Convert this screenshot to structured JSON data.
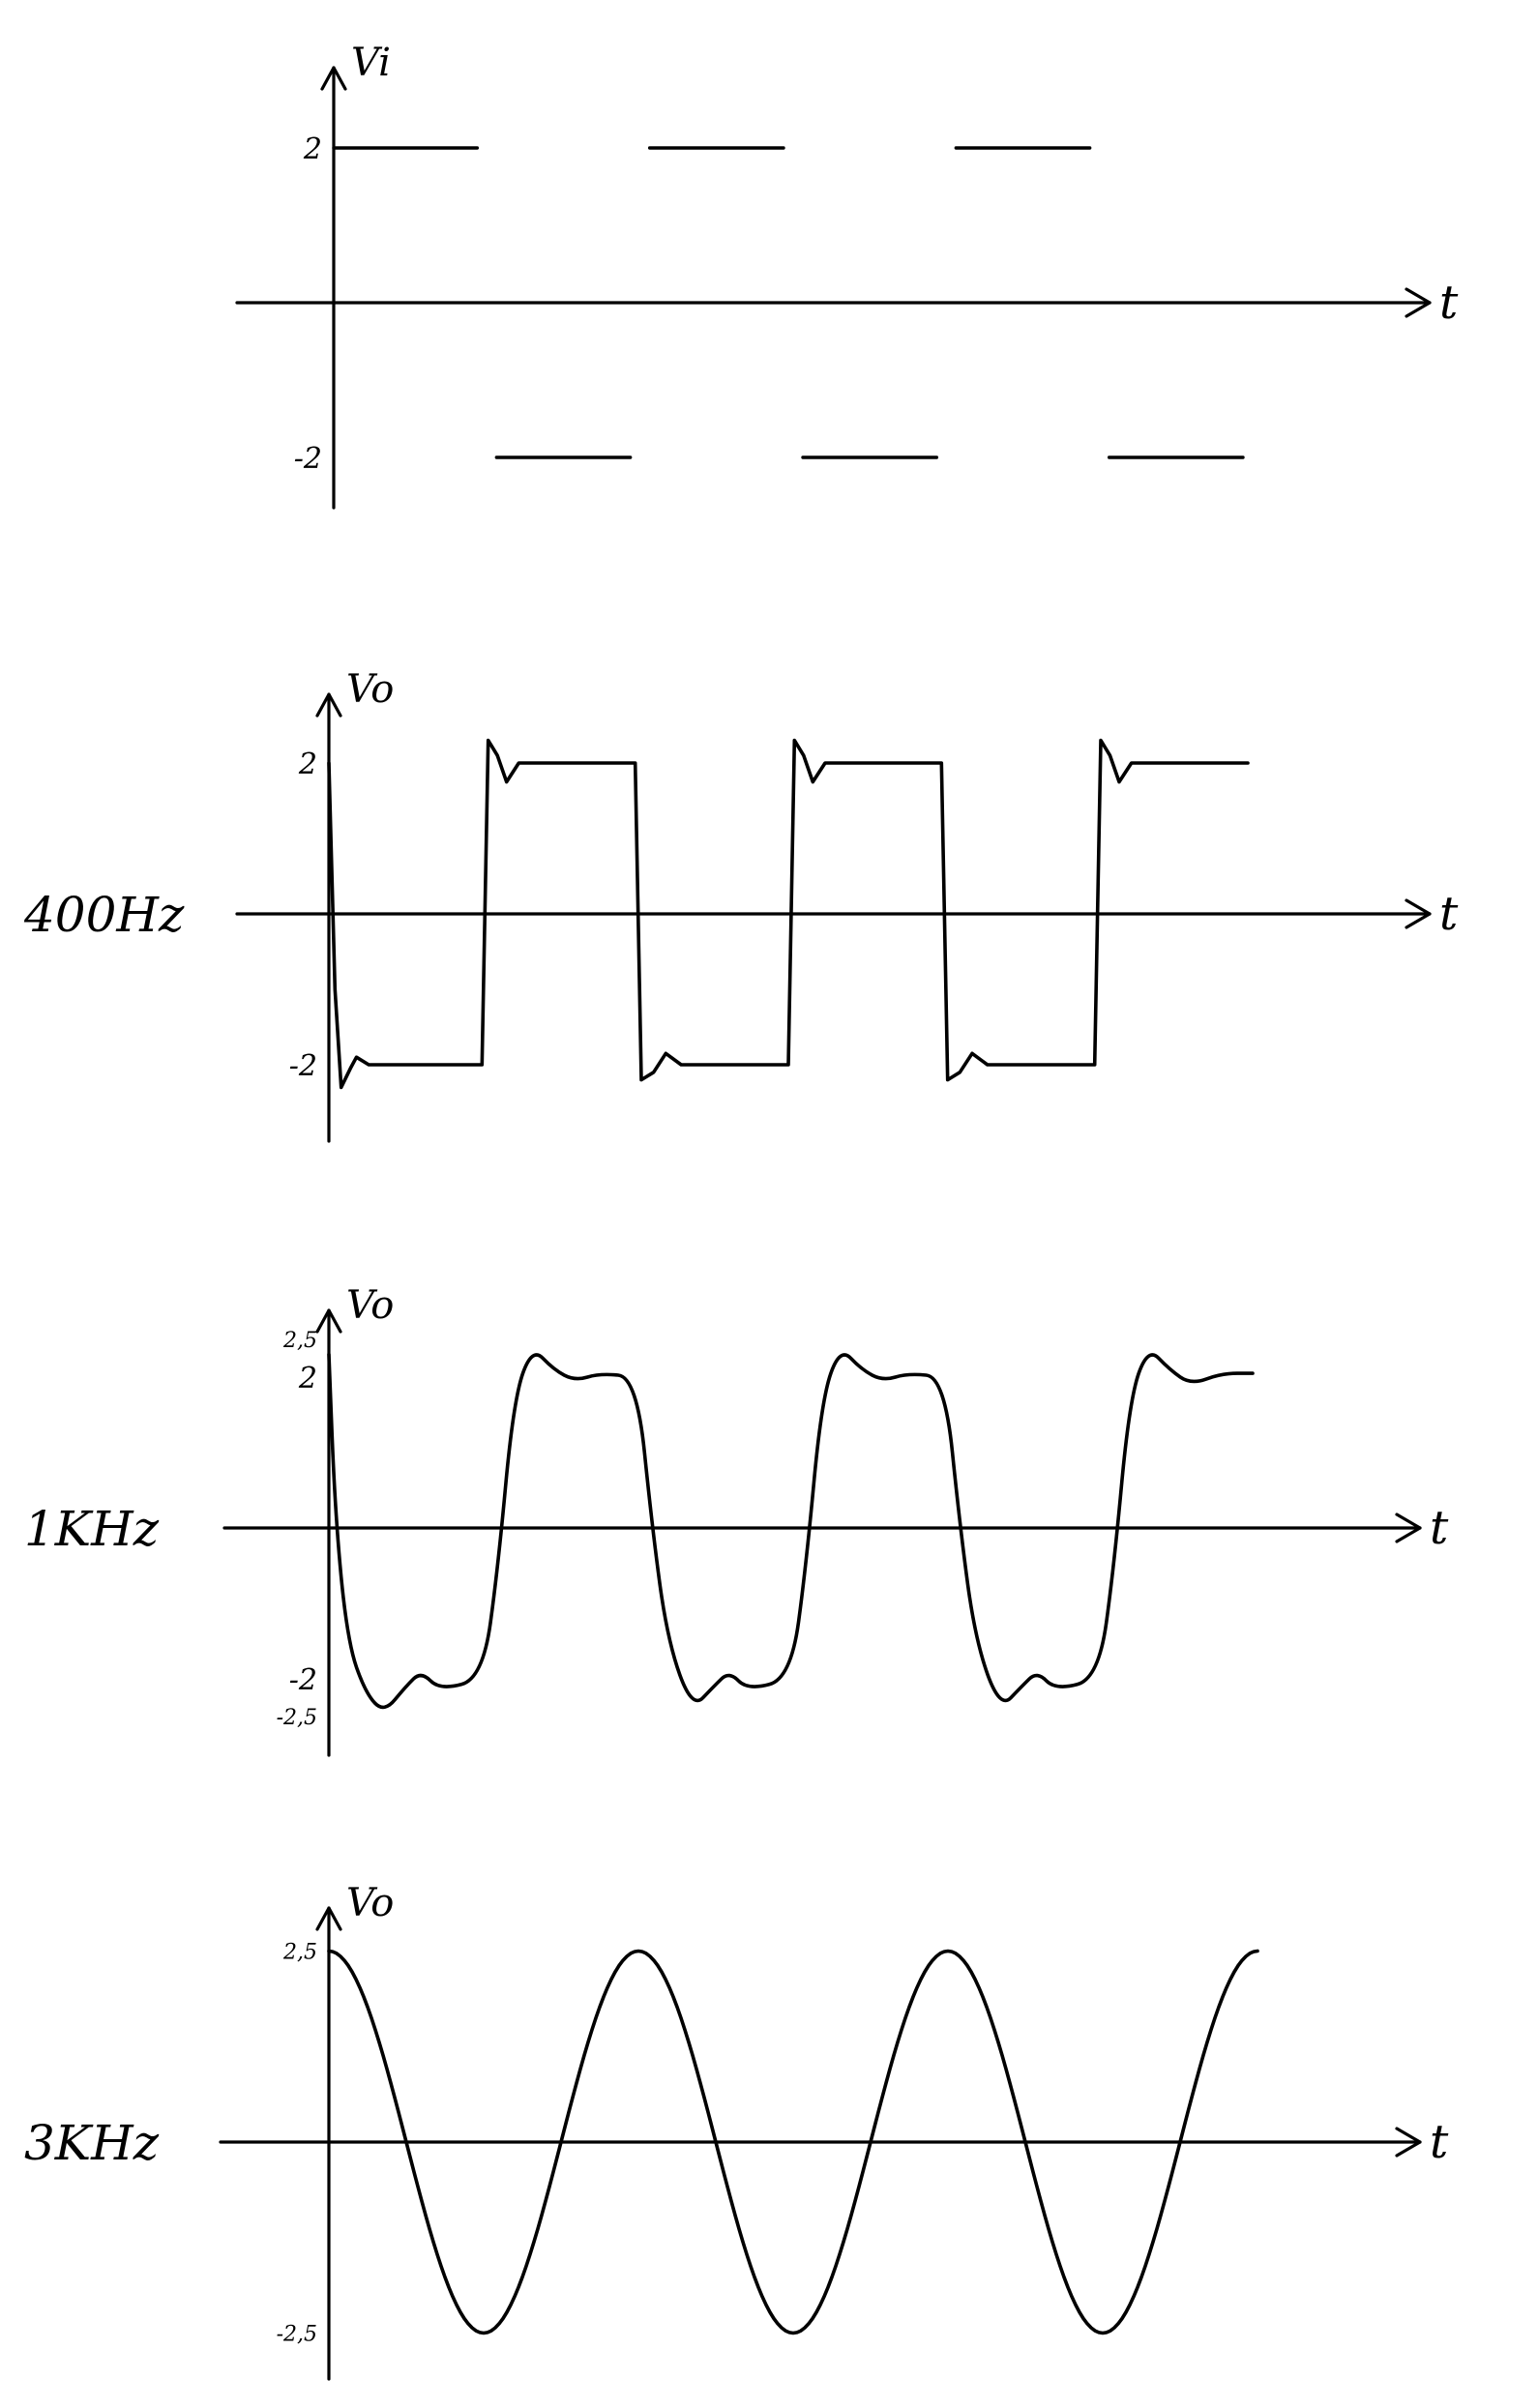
{
  "chart_data": [
    {
      "type": "line",
      "ylabel": "Vi",
      "xlabel": "t",
      "freq_label": "",
      "yticks": [
        {
          "value": 2,
          "label": "2"
        },
        {
          "value": -2,
          "label": "-2"
        }
      ],
      "ylim": [
        -2.6,
        2.9
      ],
      "xlim": [
        0,
        3.3
      ],
      "series": [
        {
          "waveform": "square-dashed",
          "segments": [
            {
              "x0": 0.0,
              "x1": 0.5,
              "y": 2
            },
            {
              "x0": 0.5,
              "x1": 1.0,
              "y": -2
            },
            {
              "x0": 1.0,
              "x1": 1.5,
              "y": 2
            },
            {
              "x0": 1.5,
              "x1": 2.0,
              "y": -2
            },
            {
              "x0": 2.0,
              "x1": 2.5,
              "y": 2
            },
            {
              "x0": 2.5,
              "x1": 3.0,
              "y": -2
            }
          ]
        }
      ]
    },
    {
      "type": "line",
      "ylabel": "Vo",
      "xlabel": "t",
      "freq_label": "400Hz",
      "yticks": [
        {
          "value": 2,
          "label": "2"
        },
        {
          "value": -2,
          "label": "-2"
        }
      ],
      "ylim": [
        -2.9,
        2.9
      ],
      "xlim": [
        0,
        3.3
      ],
      "series": [
        {
          "waveform": "square-ringing",
          "points": [
            [
              0.0,
              2.0
            ],
            [
              0.02,
              -1.0
            ],
            [
              0.04,
              -2.3
            ],
            [
              0.07,
              -2.05
            ],
            [
              0.09,
              -1.9
            ],
            [
              0.13,
              -2.0
            ],
            [
              0.25,
              -2.0
            ],
            [
              0.5,
              -2.0
            ],
            [
              0.52,
              2.3
            ],
            [
              0.55,
              2.1
            ],
            [
              0.58,
              1.75
            ],
            [
              0.62,
              2.0
            ],
            [
              0.75,
              2.0
            ],
            [
              1.0,
              2.0
            ],
            [
              1.02,
              -2.2
            ],
            [
              1.06,
              -2.1
            ],
            [
              1.1,
              -1.85
            ],
            [
              1.15,
              -2.0
            ],
            [
              1.25,
              -2.0
            ],
            [
              1.5,
              -2.0
            ],
            [
              1.52,
              2.3
            ],
            [
              1.55,
              2.1
            ],
            [
              1.58,
              1.75
            ],
            [
              1.62,
              2.0
            ],
            [
              1.75,
              2.0
            ],
            [
              2.0,
              2.0
            ],
            [
              2.02,
              -2.2
            ],
            [
              2.06,
              -2.1
            ],
            [
              2.1,
              -1.85
            ],
            [
              2.15,
              -2.0
            ],
            [
              2.25,
              -2.0
            ],
            [
              2.5,
              -2.0
            ],
            [
              2.52,
              2.3
            ],
            [
              2.55,
              2.1
            ],
            [
              2.58,
              1.75
            ],
            [
              2.62,
              2.0
            ],
            [
              2.75,
              2.0
            ],
            [
              3.0,
              2.0
            ]
          ]
        }
      ]
    },
    {
      "type": "line",
      "ylabel": "Vo",
      "xlabel": "t",
      "freq_label": "1KHz",
      "yticks": [
        {
          "value": 2.5,
          "label": "2,5"
        },
        {
          "value": 2,
          "label": "2"
        },
        {
          "value": -2,
          "label": "-2"
        },
        {
          "value": -2.5,
          "label": "-2,5"
        }
      ],
      "ylim": [
        -2.9,
        3.0
      ],
      "xlim": [
        0,
        3.3
      ],
      "series": [
        {
          "waveform": "rounded-square",
          "points": [
            [
              0.0,
              2.3
            ],
            [
              0.02,
              0.2
            ],
            [
              0.06,
              -1.5
            ],
            [
              0.12,
              -2.2
            ],
            [
              0.18,
              -2.45
            ],
            [
              0.25,
              -2.1
            ],
            [
              0.3,
              -1.9
            ],
            [
              0.36,
              -2.15
            ],
            [
              0.5,
              -2.0
            ],
            [
              0.55,
              -0.5
            ],
            [
              0.6,
              1.7
            ],
            [
              0.66,
              2.4
            ],
            [
              0.73,
              2.1
            ],
            [
              0.8,
              1.95
            ],
            [
              0.88,
              2.05
            ],
            [
              1.0,
              2.0
            ],
            [
              1.05,
              0.0
            ],
            [
              1.1,
              -1.5
            ],
            [
              1.18,
              -2.4
            ],
            [
              1.25,
              -2.1
            ],
            [
              1.3,
              -1.9
            ],
            [
              1.36,
              -2.15
            ],
            [
              1.5,
              -2.0
            ],
            [
              1.55,
              -0.5
            ],
            [
              1.6,
              1.7
            ],
            [
              1.66,
              2.4
            ],
            [
              1.73,
              2.1
            ],
            [
              1.8,
              1.95
            ],
            [
              1.88,
              2.05
            ],
            [
              2.0,
              2.0
            ],
            [
              2.05,
              0.0
            ],
            [
              2.1,
              -1.5
            ],
            [
              2.18,
              -2.4
            ],
            [
              2.25,
              -2.1
            ],
            [
              2.3,
              -1.9
            ],
            [
              2.36,
              -2.15
            ],
            [
              2.5,
              -2.0
            ],
            [
              2.55,
              -0.5
            ],
            [
              2.6,
              1.7
            ],
            [
              2.66,
              2.4
            ],
            [
              2.73,
              2.1
            ],
            [
              2.8,
              1.9
            ],
            [
              2.9,
              2.05
            ],
            [
              3.0,
              2.05
            ]
          ]
        }
      ]
    },
    {
      "type": "line",
      "ylabel": "Vo",
      "xlabel": "t",
      "freq_label": "3KHz",
      "yticks": [
        {
          "value": 2.5,
          "label": "2,5"
        },
        {
          "value": -2.5,
          "label": "-2,5"
        }
      ],
      "ylim": [
        -2.9,
        3.0
      ],
      "xlim": [
        0,
        3.3
      ],
      "series": [
        {
          "waveform": "sine",
          "amplitude": 2.5,
          "cycles": 3,
          "phase": "cos",
          "points": [
            [
              0.0,
              2.5
            ],
            [
              0.12,
              1.8
            ],
            [
              0.25,
              0.0
            ],
            [
              0.38,
              -1.8
            ],
            [
              0.5,
              -2.5
            ],
            [
              0.62,
              -1.8
            ],
            [
              0.75,
              0.0
            ],
            [
              0.88,
              1.8
            ],
            [
              1.0,
              2.5
            ],
            [
              1.12,
              1.8
            ],
            [
              1.25,
              0.0
            ],
            [
              1.38,
              -1.8
            ],
            [
              1.5,
              -2.5
            ],
            [
              1.62,
              -1.8
            ],
            [
              1.75,
              0.0
            ],
            [
              1.88,
              1.8
            ],
            [
              2.0,
              2.5
            ],
            [
              2.12,
              1.8
            ],
            [
              2.25,
              0.0
            ],
            [
              2.38,
              -1.8
            ],
            [
              2.5,
              -2.5
            ],
            [
              2.62,
              -1.8
            ],
            [
              2.75,
              0.0
            ],
            [
              2.88,
              1.8
            ],
            [
              3.0,
              2.5
            ]
          ]
        }
      ]
    }
  ]
}
